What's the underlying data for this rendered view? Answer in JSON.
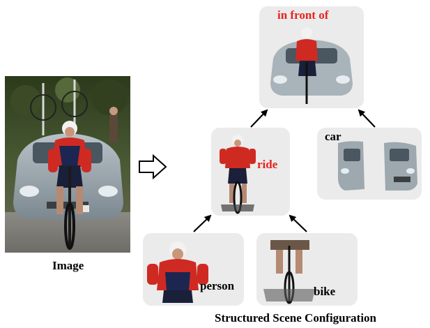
{
  "left_image": {
    "caption": "Image"
  },
  "diagram": {
    "caption": "Structured Scene Configuration",
    "nodes": {
      "top": {
        "label": "in front of"
      },
      "middle": {
        "label": "ride"
      },
      "right": {
        "label": "car"
      },
      "bottom_left": {
        "label": "person"
      },
      "bottom_right": {
        "label": "bike"
      }
    }
  },
  "colors": {
    "relation_label": "#e8231d",
    "box_bg": "#ebebeb"
  }
}
